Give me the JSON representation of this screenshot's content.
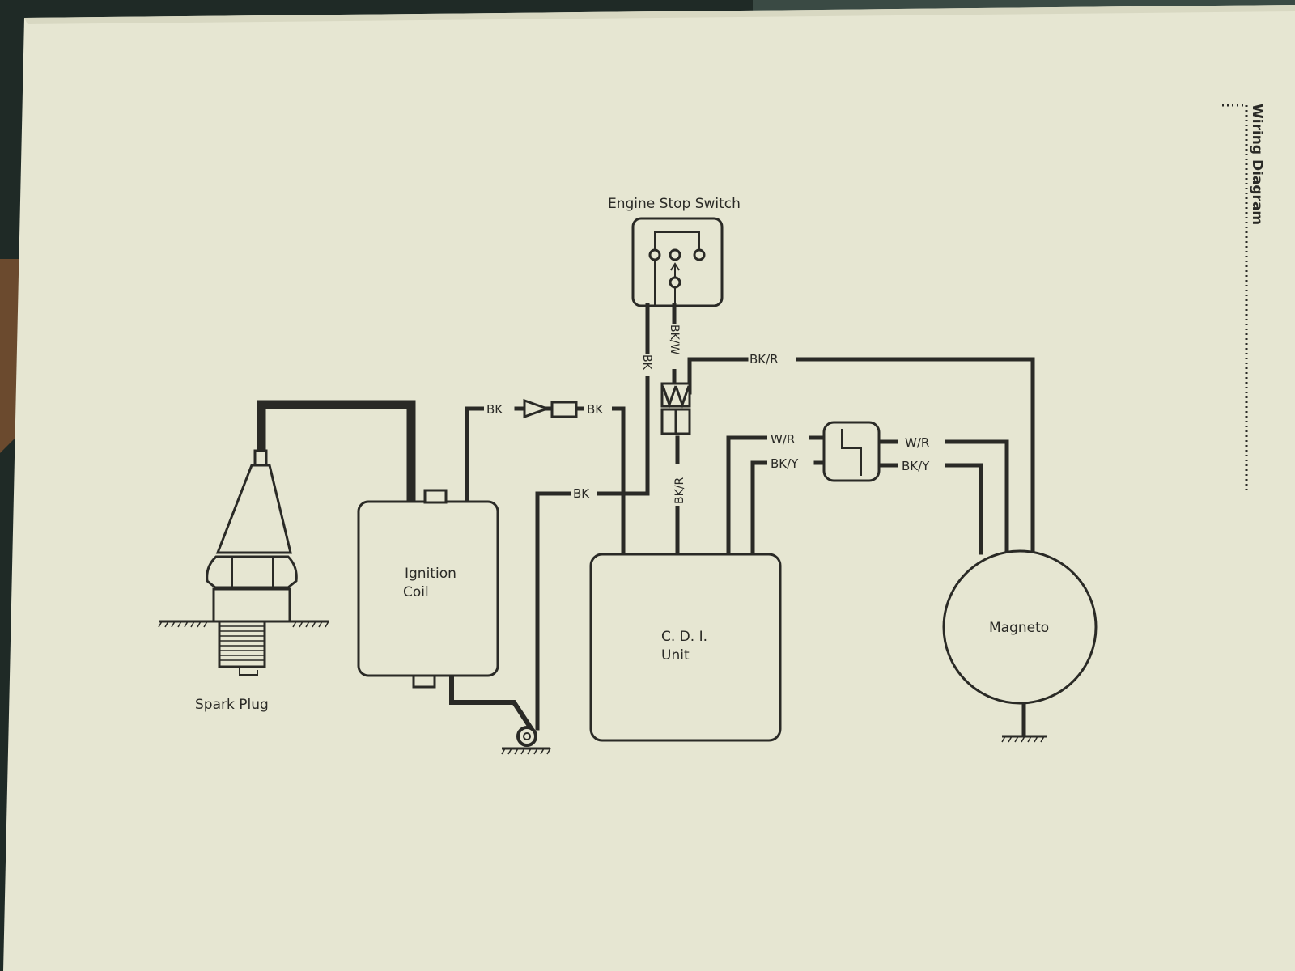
{
  "page_header": {
    "title": "Wiring Diagram"
  },
  "components": {
    "engine_stop_switch": "Engine Stop Switch",
    "ignition_coil_line1": "Ignition",
    "ignition_coil_line2": "Coil",
    "cdi_line1": "C. D. I.",
    "cdi_line2": "Unit",
    "magneto": "Magneto",
    "spark_plug": "Spark Plug"
  },
  "wires": {
    "bk_coil_left": "BK",
    "bk_coil_right": "BK",
    "bk_ground": "BK",
    "bk_switch": "BK",
    "bkw_switch": "BK/W",
    "bkr_top": "BK/R",
    "bkr_vertical": "BK/R",
    "wr_left": "W/R",
    "bky_left": "BK/Y",
    "wr_right": "W/R",
    "bky_right": "BK/Y"
  },
  "colors": {
    "paper": "#e6e6d2",
    "ink": "#2a2a26",
    "background": "#1f2a26"
  }
}
